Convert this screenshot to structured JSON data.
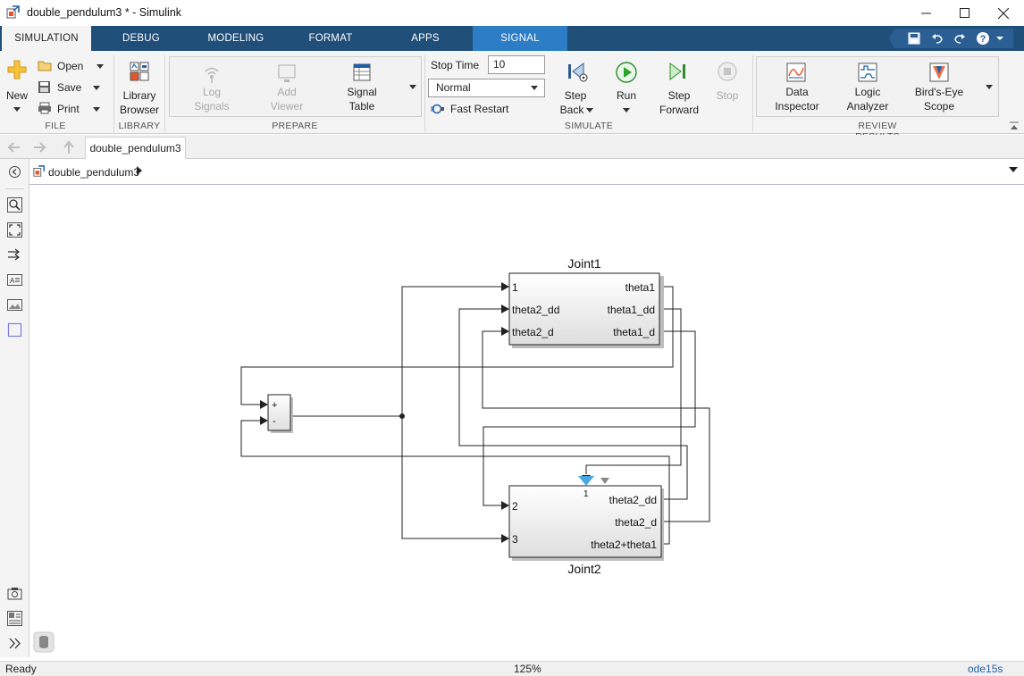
{
  "window": {
    "title": "double_pendulum3 * - Simulink"
  },
  "tabs": [
    "SIMULATION",
    "DEBUG",
    "MODELING",
    "FORMAT",
    "APPS",
    "SIGNAL"
  ],
  "ribbon": {
    "file": {
      "new": "New",
      "open": "Open",
      "save": "Save",
      "print": "Print",
      "label": "FILE"
    },
    "library": {
      "browser_line1": "Library",
      "browser_line2": "Browser",
      "label": "LIBRARY"
    },
    "prepare": {
      "log_line1": "Log",
      "log_line2": "Signals",
      "add_line1": "Add",
      "add_line2": "Viewer",
      "table_line1": "Signal",
      "table_line2": "Table",
      "label": "PREPARE"
    },
    "simulate": {
      "stop_time_label": "Stop Time",
      "stop_time_value": "10",
      "mode": "Normal",
      "fast_restart": "Fast Restart",
      "step_back_line1": "Step",
      "step_back_line2": "Back",
      "run": "Run",
      "step_forward_line1": "Step",
      "step_forward_line2": "Forward",
      "stop": "Stop",
      "label": "SIMULATE"
    },
    "review": {
      "data_line1": "Data",
      "data_line2": "Inspector",
      "logic_line1": "Logic",
      "logic_line2": "Analyzer",
      "birds_line1": "Bird's-Eye",
      "birds_line2": "Scope",
      "label": "REVIEW RESULTS"
    }
  },
  "nav": {
    "model_tab": "double_pendulum3",
    "breadcrumb": "double_pendulum3"
  },
  "diagram": {
    "joint1": {
      "name": "Joint1",
      "inputs": [
        "1",
        "theta2_dd",
        "theta2_d"
      ],
      "outputs": [
        "theta1",
        "theta1_dd",
        "theta1_d"
      ]
    },
    "joint2": {
      "name": "Joint2",
      "trigger_label": "1",
      "inputs": [
        "2",
        "3"
      ],
      "outputs": [
        "theta2_dd",
        "theta2_d",
        "theta2+theta1"
      ]
    },
    "sum": {
      "plus": "+",
      "minus": "-"
    }
  },
  "status": {
    "left": "Ready",
    "zoom": "125%",
    "solver": "ode15s"
  }
}
